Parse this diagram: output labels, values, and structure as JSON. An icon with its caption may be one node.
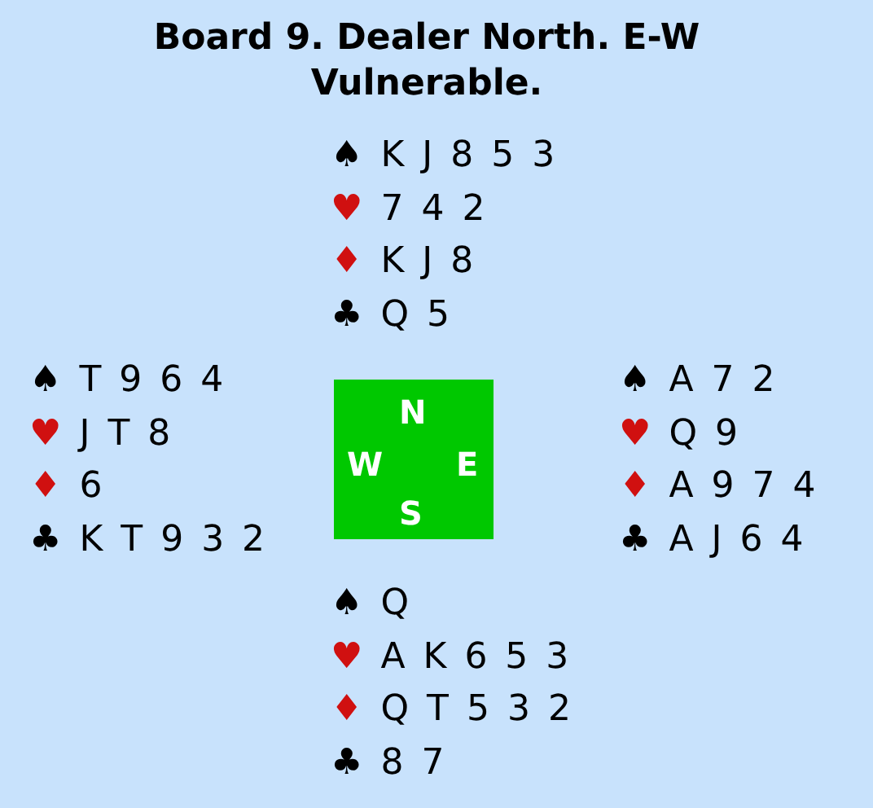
{
  "diagram": {
    "title": "Board 9. Dealer North. E-W Vulnerable.",
    "nodes": [
      {
        "text": [
          "♠ K J 8 5 3",
          "♥ 7 4 2",
          "♦ K J 8",
          "♣ Q 5"
        ]
      },
      {
        "text": [
          "♠ T 9 6 4",
          "♥ J T 8",
          "♦ 6",
          "♣ K T 9 3 2"
        ]
      },
      {
        "text": [
          "N",
          "W",
          "E",
          "S"
        ]
      },
      {
        "text": [
          "♠ A 7 2",
          "♥ Q 9",
          "♦ A 9 7 4",
          "♣ A J 6 4"
        ]
      },
      {
        "text": [
          "♠ Q",
          "♥ A K 6 5 3",
          "♦ Q T 5 3 2",
          "♣ 8 7"
        ]
      }
    ]
  }
}
